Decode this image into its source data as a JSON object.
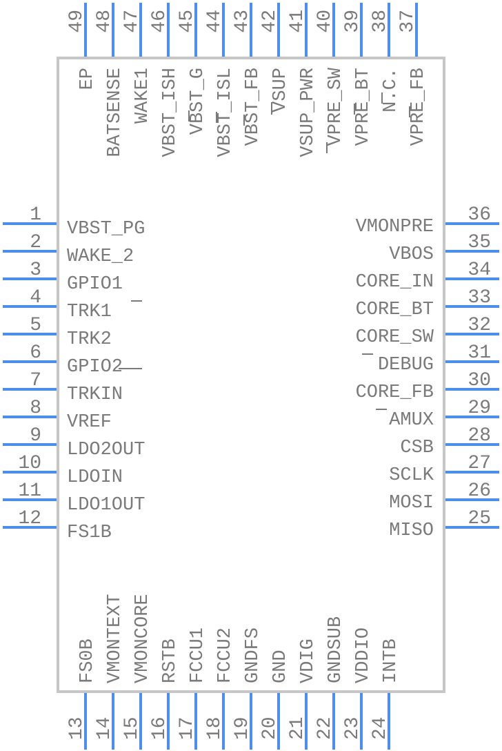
{
  "colors": {
    "pin": "#4b8fe8",
    "body_outline": "#c6c6c6",
    "text": "#7a7a7a",
    "background": "#ffffff"
  },
  "left_pins": [
    {
      "num": "1",
      "label": "VBST_PG"
    },
    {
      "num": "2",
      "label": "WAKE_2"
    },
    {
      "num": "3",
      "label": "GPIO1"
    },
    {
      "num": "4",
      "label": "TRK1"
    },
    {
      "num": "5",
      "label": "TRK2"
    },
    {
      "num": "6",
      "label": "GPIO2"
    },
    {
      "num": "7",
      "label": "TRKIN"
    },
    {
      "num": "8",
      "label": "VREF"
    },
    {
      "num": "9",
      "label": "LDO2OUT"
    },
    {
      "num": "10",
      "label": "LDOIN"
    },
    {
      "num": "11",
      "label": "LDO1OUT"
    },
    {
      "num": "12",
      "label": "FS1B"
    }
  ],
  "right_pins": [
    {
      "num": "36",
      "label": "VMONPRE"
    },
    {
      "num": "35",
      "label": "VBOS"
    },
    {
      "num": "34",
      "label": "CORE_IN"
    },
    {
      "num": "33",
      "label": "CORE_BT"
    },
    {
      "num": "32",
      "label": "CORE_SW"
    },
    {
      "num": "31",
      "label": "DEBUG"
    },
    {
      "num": "30",
      "label": "CORE_FB"
    },
    {
      "num": "29",
      "label": "AMUX"
    },
    {
      "num": "28",
      "label": "CSB"
    },
    {
      "num": "27",
      "label": "SCLK"
    },
    {
      "num": "26",
      "label": "MOSI"
    },
    {
      "num": "25",
      "label": "MISO"
    }
  ],
  "bottom_pins": [
    {
      "num": "13",
      "label": "FS0B"
    },
    {
      "num": "14",
      "label": "VMONTEXT"
    },
    {
      "num": "15",
      "label": "VMONCORE"
    },
    {
      "num": "16",
      "label": "RSTB"
    },
    {
      "num": "17",
      "label": "FCCU1"
    },
    {
      "num": "18",
      "label": "FCCU2"
    },
    {
      "num": "19",
      "label": "GNDFS"
    },
    {
      "num": "20",
      "label": "GND"
    },
    {
      "num": "21",
      "label": "VDIG"
    },
    {
      "num": "22",
      "label": "GNDSUB"
    },
    {
      "num": "23",
      "label": "VDDIO"
    },
    {
      "num": "24",
      "label": "INTB"
    }
  ],
  "top_pins": [
    {
      "num": "49",
      "label": "EP"
    },
    {
      "num": "48",
      "label": "BATSENSE"
    },
    {
      "num": "47",
      "label": "WAKE1"
    },
    {
      "num": "46",
      "label": "VBST_ISH"
    },
    {
      "num": "45",
      "label": "VBST_G"
    },
    {
      "num": "44",
      "label": "VBST_ISL"
    },
    {
      "num": "43",
      "label": "VBST_FB"
    },
    {
      "num": "42",
      "label": "VSUP"
    },
    {
      "num": "41",
      "label": "VSUP_PWR"
    },
    {
      "num": "40",
      "label": "VPRE_SW"
    },
    {
      "num": "39",
      "label": "VPRE_BT"
    },
    {
      "num": "38",
      "label": "N.C."
    },
    {
      "num": "37",
      "label": "VPRE_FB"
    }
  ]
}
